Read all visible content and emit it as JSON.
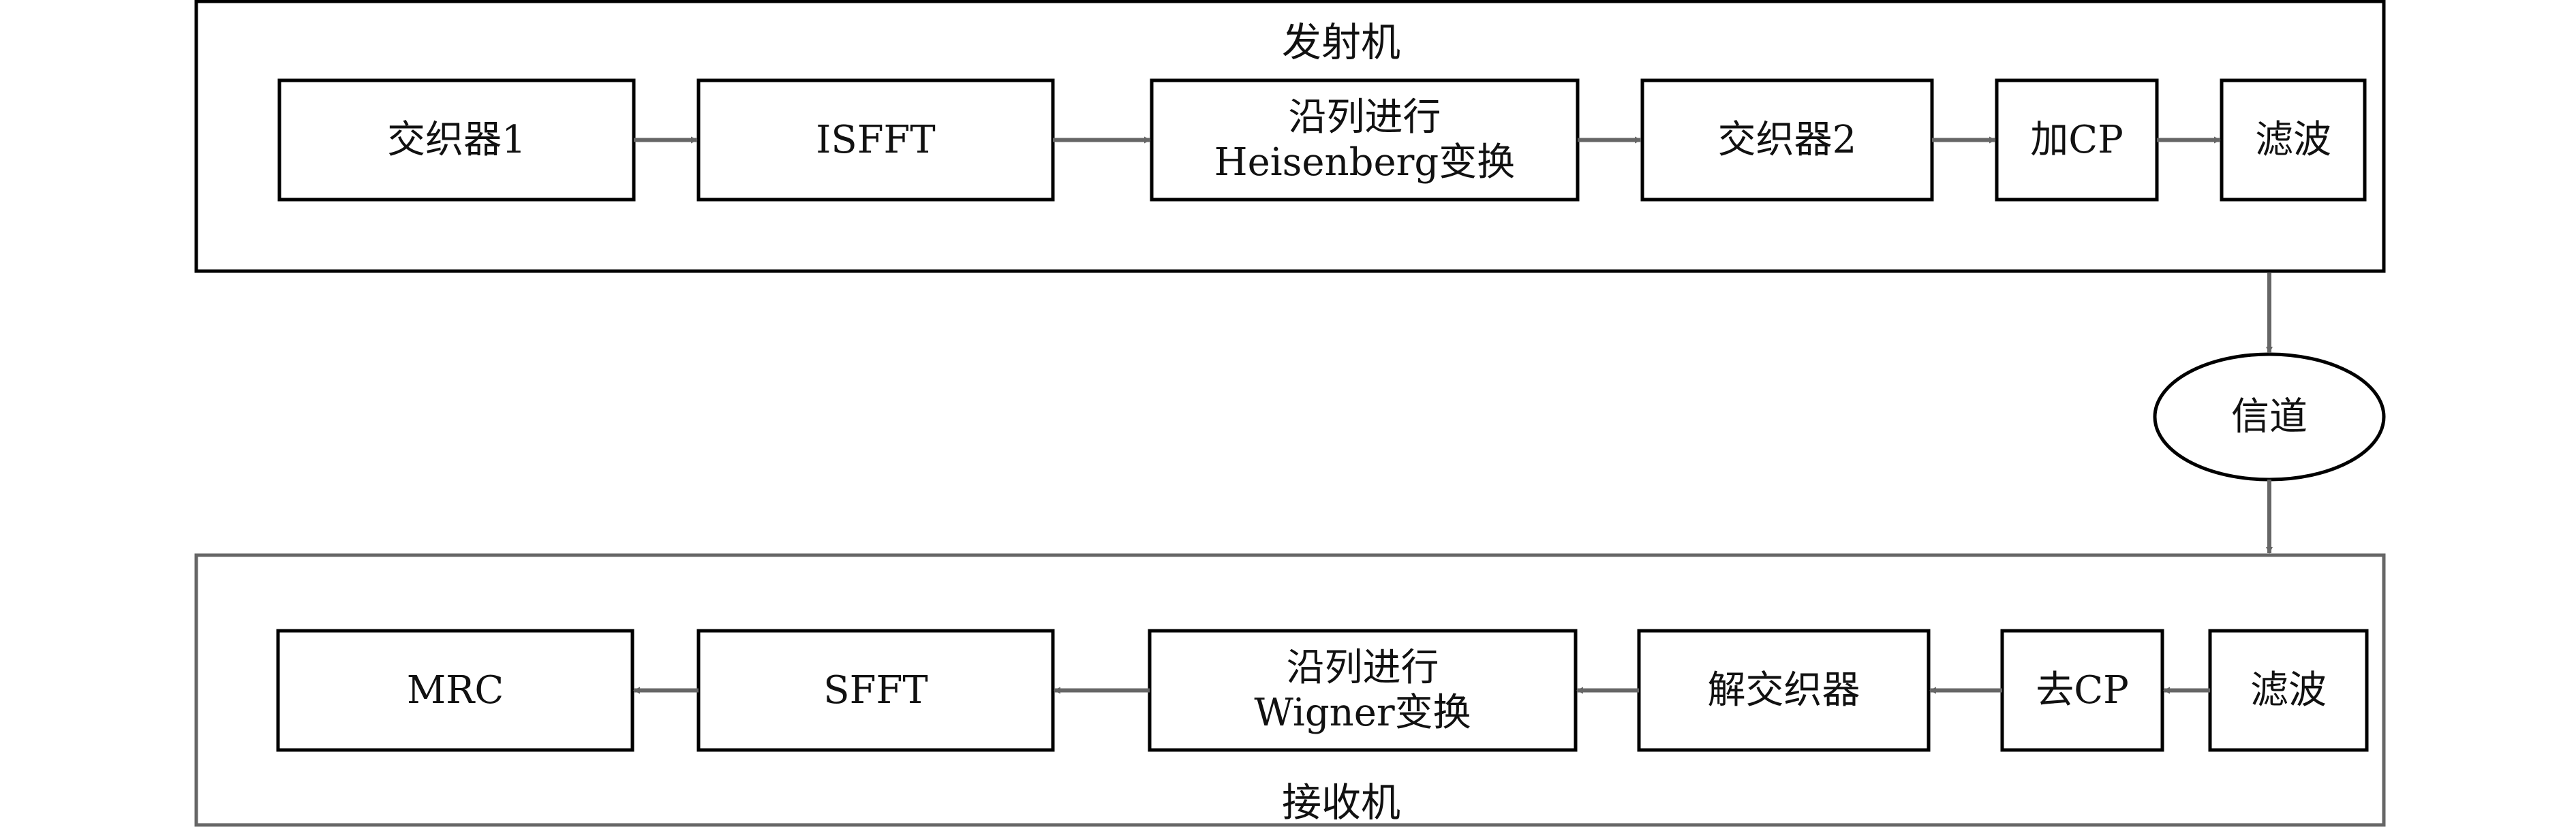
{
  "transmitter": {
    "title": "发射机",
    "blocks": [
      {
        "id": "tx-interleaver1",
        "lines": [
          "交织器1"
        ]
      },
      {
        "id": "tx-isfft",
        "lines": [
          "ISFFT"
        ]
      },
      {
        "id": "tx-heisenberg",
        "lines": [
          "沿列进行",
          "Heisenberg变换"
        ]
      },
      {
        "id": "tx-interleaver2",
        "lines": [
          "交织器2"
        ]
      },
      {
        "id": "tx-add-cp",
        "lines": [
          "加CP"
        ]
      },
      {
        "id": "tx-filter",
        "lines": [
          "滤波"
        ]
      }
    ]
  },
  "channel": {
    "label": "信道"
  },
  "receiver": {
    "title": "接收机",
    "blocks": [
      {
        "id": "rx-mrc",
        "lines": [
          "MRC"
        ]
      },
      {
        "id": "rx-sfft",
        "lines": [
          "SFFT"
        ]
      },
      {
        "id": "rx-wigner",
        "lines": [
          "沿列进行",
          "Wigner变换"
        ]
      },
      {
        "id": "rx-deinterleaver",
        "lines": [
          "解交织器"
        ]
      },
      {
        "id": "rx-remove-cp",
        "lines": [
          "去CP"
        ]
      },
      {
        "id": "rx-filter",
        "lines": [
          "滤波"
        ]
      }
    ]
  },
  "colors": {
    "transmitter_frame": "#000000",
    "receiver_frame": "#666666",
    "arrow": "#666666"
  }
}
